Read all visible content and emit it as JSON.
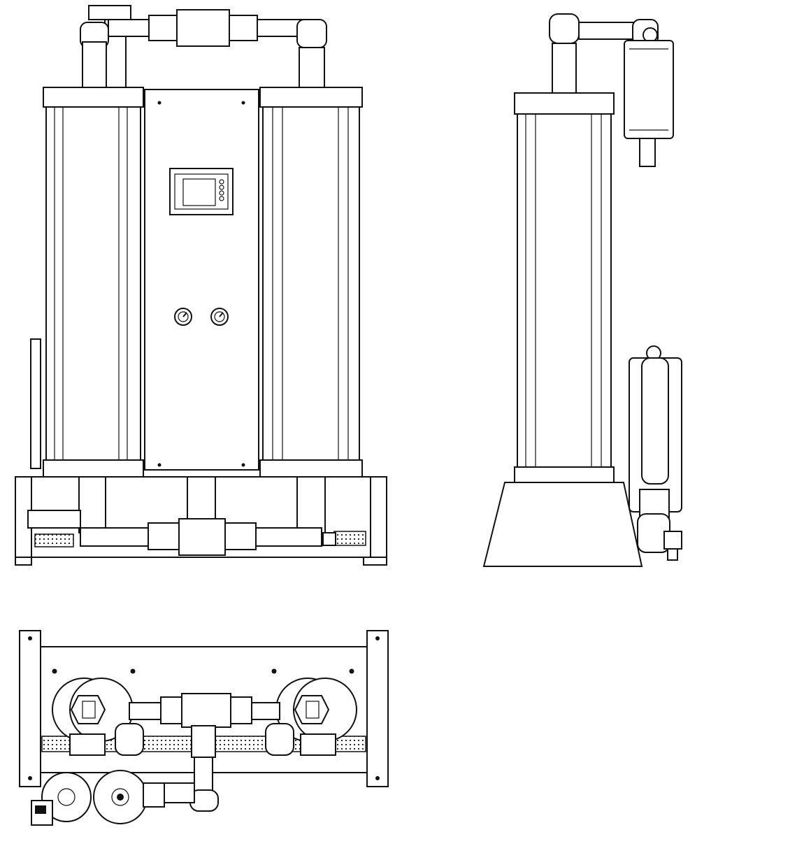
{
  "colors": {
    "line": "#111111",
    "background": "#ffffff"
  },
  "views": [
    "front-view",
    "side-view",
    "top-view"
  ]
}
